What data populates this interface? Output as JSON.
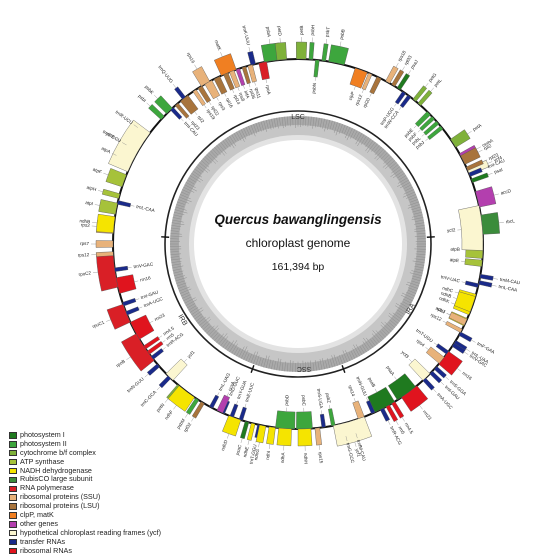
{
  "genome": {
    "species": "Quercus bawanglingensis",
    "subtitle": "chloroplast genome",
    "size": "161,394 bp"
  },
  "regions": {
    "lsc": "LSC",
    "ira": "IRA",
    "ssc": "SSC",
    "irb": "IRB"
  },
  "legend": [
    {
      "label": "photosystem I",
      "color": "#1f7a1f"
    },
    {
      "label": "photosystem II",
      "color": "#3da63d"
    },
    {
      "label": "cytochrome b/f complex",
      "color": "#7fb13a"
    },
    {
      "label": "ATP synthase",
      "color": "#a6c23a"
    },
    {
      "label": "NADH dehydrogenase",
      "color": "#f5e400"
    },
    {
      "label": "RubisCO large subunit",
      "color": "#3b8c3b"
    },
    {
      "label": "RNA polymerase",
      "color": "#d91f26"
    },
    {
      "label": "ribosomal proteins (SSU)",
      "color": "#e8b27a"
    },
    {
      "label": "ribosomal proteins (LSU)",
      "color": "#a8743c"
    },
    {
      "label": "clpP, matK",
      "color": "#f07f22"
    },
    {
      "label": "other genes",
      "color": "#b33fae"
    },
    {
      "label": "hypothetical chloroplast reading frames (ycf)",
      "color": "#fbf6d0"
    },
    {
      "label": "transfer RNAs",
      "color": "#1a2a8a"
    },
    {
      "label": "ribosomal RNAs",
      "color": "#e0141e"
    }
  ],
  "genes": [
    {
      "name": "trnS-GCU",
      "a": 300,
      "w": 1.2,
      "c": "#1a2a8a",
      "out": true
    },
    {
      "name": "psbA",
      "a": 352,
      "w": 5,
      "c": "#3da63d",
      "out": true
    },
    {
      "name": "trnK-UUU",
      "a": 346,
      "w": 1.5,
      "c": "#1a2a8a",
      "out": true
    },
    {
      "name": "matK",
      "a": 338,
      "w": 5,
      "c": "#f07f22",
      "out": true
    },
    {
      "name": "rps16",
      "a": 330,
      "w": 3,
      "c": "#e8b27a",
      "out": true
    },
    {
      "name": "trnQ-UUG",
      "a": 322,
      "w": 1.2,
      "c": "#1a2a8a",
      "out": true
    },
    {
      "name": "psbK",
      "a": 316,
      "w": 2.5,
      "c": "#3da63d",
      "out": true
    },
    {
      "name": "psbI",
      "a": 313,
      "w": 1.5,
      "c": "#3da63d",
      "out": true
    },
    {
      "name": "trnR-UCU",
      "a": 306,
      "w": 1.2,
      "c": "#1a2a8a",
      "out": true
    },
    {
      "name": "atpA",
      "a": 296,
      "w": 5,
      "c": "#a6c23a",
      "out": true
    },
    {
      "name": "atpF",
      "a": 290,
      "w": 4,
      "c": "#a6c23a",
      "out": true
    },
    {
      "name": "atpH",
      "a": 285,
      "w": 1.5,
      "c": "#a6c23a",
      "out": true
    },
    {
      "name": "atpI",
      "a": 281,
      "w": 3.5,
      "c": "#a6c23a",
      "out": true
    },
    {
      "name": "rps2",
      "a": 275,
      "w": 3.5,
      "c": "#e8b27a",
      "out": true
    },
    {
      "name": "rpoC2",
      "a": 262,
      "w": 11,
      "c": "#d91f26",
      "out": true
    },
    {
      "name": "rpoC1",
      "a": 248,
      "w": 6,
      "c": "#d91f26",
      "out": true
    },
    {
      "name": "rpoB",
      "a": 236,
      "w": 10,
      "c": "#d91f26",
      "out": true
    },
    {
      "name": "trnC-GCA",
      "a": 224,
      "w": 1.2,
      "c": "#1a2a8a",
      "out": true
    },
    {
      "name": "petN",
      "a": 220,
      "w": 1.2,
      "c": "#7fb13a",
      "out": true
    },
    {
      "name": "psbM",
      "a": 213,
      "w": 1.2,
      "c": "#3da63d",
      "out": true
    },
    {
      "name": "trnD-GUC",
      "a": 204,
      "w": 1.2,
      "c": "#1a2a8a",
      "out": false
    },
    {
      "name": "trnY-GUA",
      "a": 201,
      "w": 1.2,
      "c": "#1a2a8a",
      "out": false
    },
    {
      "name": "trnE-UUC",
      "a": 198,
      "w": 1.2,
      "c": "#1a2a8a",
      "out": false
    },
    {
      "name": "trnT-GGU",
      "a": 192,
      "w": 1.2,
      "c": "#1a2a8a",
      "out": true
    },
    {
      "name": "psbD",
      "a": 184,
      "w": 6,
      "c": "#3da63d",
      "out": false
    },
    {
      "name": "psbC",
      "a": 178,
      "w": 5,
      "c": "#3da63d",
      "out": false
    },
    {
      "name": "trnS-UGA",
      "a": 172,
      "w": 1.2,
      "c": "#1a2a8a",
      "out": false
    },
    {
      "name": "psbZ",
      "a": 169,
      "w": 1.2,
      "c": "#3da63d",
      "out": false
    },
    {
      "name": "trnG-GCC",
      "a": 166,
      "w": 1.2,
      "c": "#1a2a8a",
      "out": true
    },
    {
      "name": "trnfM-CAU",
      "a": 163,
      "w": 1.2,
      "c": "#1a2a8a",
      "out": true
    },
    {
      "name": "rps14",
      "a": 160,
      "w": 2,
      "c": "#e8b27a",
      "out": false
    },
    {
      "name": "psaB",
      "a": 152,
      "w": 7,
      "c": "#1f7a1f",
      "out": false
    },
    {
      "name": "psaA",
      "a": 144,
      "w": 7,
      "c": "#1f7a1f",
      "out": false
    },
    {
      "name": "ycf3",
      "a": 136,
      "w": 3,
      "c": "#fbf6d0",
      "out": false
    },
    {
      "name": "trnS-GGA",
      "a": 132,
      "w": 1.2,
      "c": "#1a2a8a",
      "out": true
    },
    {
      "name": "rps4",
      "a": 129,
      "w": 2.5,
      "c": "#e8b27a",
      "out": false
    },
    {
      "name": "trnT-UGU",
      "a": 126,
      "w": 1.2,
      "c": "#1a2a8a",
      "out": false
    },
    {
      "name": "trnL-UAA",
      "a": 122,
      "w": 1.2,
      "c": "#1a2a8a",
      "out": true
    },
    {
      "name": "trnF-GAA",
      "a": 119,
      "w": 1.2,
      "c": "#1a2a8a",
      "out": true
    },
    {
      "name": "ndhJ",
      "a": 115,
      "w": 2.5,
      "c": "#f5e400",
      "out": false
    },
    {
      "name": "ndhK",
      "a": 111,
      "w": 3,
      "c": "#f5e400",
      "out": false
    },
    {
      "name": "ndhC",
      "a": 107,
      "w": 2.5,
      "c": "#f5e400",
      "out": false
    },
    {
      "name": "trnV-UAC",
      "a": 103,
      "w": 1.2,
      "c": "#1a2a8a",
      "out": false
    },
    {
      "name": "trnM-CAU",
      "a": 100,
      "w": 1.2,
      "c": "#1a2a8a",
      "out": true
    },
    {
      "name": "atpE",
      "a": 96,
      "w": 2,
      "c": "#a6c23a",
      "out": false
    },
    {
      "name": "atpB",
      "a": 92,
      "w": 5,
      "c": "#a6c23a",
      "out": false
    },
    {
      "name": "rbcL",
      "a": 84,
      "w": 6,
      "c": "#3b8c3b",
      "out": true
    },
    {
      "name": "accD",
      "a": 76,
      "w": 5,
      "c": "#b33fae",
      "out": true
    },
    {
      "name": "psaI",
      "a": 70,
      "w": 1.2,
      "c": "#1f7a1f",
      "out": true
    },
    {
      "name": "ycf4",
      "a": 67,
      "w": 2,
      "c": "#fbf6d0",
      "out": true
    },
    {
      "name": "cemA",
      "a": 62,
      "w": 2.5,
      "c": "#b33fae",
      "out": true
    },
    {
      "name": "petA",
      "a": 57,
      "w": 3,
      "c": "#7fb13a",
      "out": true
    },
    {
      "name": "psbJ",
      "a": 51,
      "w": 1.2,
      "c": "#3da63d",
      "out": false
    },
    {
      "name": "psbL",
      "a": 49,
      "w": 1.2,
      "c": "#3da63d",
      "out": false
    },
    {
      "name": "psbF",
      "a": 47,
      "w": 1.2,
      "c": "#3da63d",
      "out": false
    },
    {
      "name": "psbE",
      "a": 45,
      "w": 1.5,
      "c": "#3da63d",
      "out": false
    },
    {
      "name": "petL",
      "a": 41,
      "w": 1.2,
      "c": "#7fb13a",
      "out": true
    },
    {
      "name": "petG",
      "a": 39,
      "w": 1.2,
      "c": "#7fb13a",
      "out": true
    },
    {
      "name": "trnW-CCA",
      "a": 37,
      "w": 1.2,
      "c": "#1a2a8a",
      "out": false
    },
    {
      "name": "trnP-UGG",
      "a": 35,
      "w": 1.2,
      "c": "#1a2a8a",
      "out": false
    },
    {
      "name": "psaJ",
      "a": 33,
      "w": 1.2,
      "c": "#1f7a1f",
      "out": true
    },
    {
      "name": "rpl33",
      "a": 31,
      "w": 1.2,
      "c": "#a8743c",
      "out": true
    },
    {
      "name": "rps18",
      "a": 29,
      "w": 1.5,
      "c": "#e8b27a",
      "out": true
    },
    {
      "name": "rpl20",
      "a": 26,
      "w": 1.5,
      "c": "#a8743c",
      "out": false
    },
    {
      "name": "rps12",
      "a": 23,
      "w": 1.2,
      "c": "#e8b27a",
      "out": false
    },
    {
      "name": "clpP",
      "a": 20,
      "w": 4,
      "c": "#f07f22",
      "out": false
    },
    {
      "name": "psbB",
      "a": 12,
      "w": 5,
      "c": "#3da63d",
      "out": true
    },
    {
      "name": "psbT",
      "a": 8,
      "w": 1.2,
      "c": "#3da63d",
      "out": true
    },
    {
      "name": "psbN",
      "a": 6,
      "w": 1.2,
      "c": "#3da63d",
      "out": false
    },
    {
      "name": "psbH",
      "a": 4,
      "w": 1.2,
      "c": "#3da63d",
      "out": true
    },
    {
      "name": "petB",
      "a": 1,
      "w": 3,
      "c": "#7fb13a",
      "out": true
    },
    {
      "name": "petD",
      "a": 355,
      "w": 3,
      "c": "#7fb13a",
      "out": true
    },
    {
      "name": "rpoA",
      "a": 349,
      "w": 2.5,
      "c": "#d91f26",
      "out": false
    },
    {
      "name": "rps11",
      "a": 345,
      "w": 1.5,
      "c": "#e8b27a",
      "out": false
    },
    {
      "name": "rpl36",
      "a": 343,
      "w": 1.2,
      "c": "#a8743c",
      "out": false
    },
    {
      "name": "infA",
      "a": 341,
      "w": 1.2,
      "c": "#b33fae",
      "out": false
    },
    {
      "name": "rps8",
      "a": 339,
      "w": 1.5,
      "c": "#e8b27a",
      "out": false
    },
    {
      "name": "rpl14",
      "a": 337,
      "w": 1.5,
      "c": "#a8743c",
      "out": false
    },
    {
      "name": "rpl16",
      "a": 334,
      "w": 2,
      "c": "#a8743c",
      "out": false
    },
    {
      "name": "rps3",
      "a": 331,
      "w": 2.5,
      "c": "#e8b27a",
      "out": false
    },
    {
      "name": "rpl22",
      "a": 328,
      "w": 1.5,
      "c": "#a8743c",
      "out": false
    },
    {
      "name": "rps19",
      "a": 326,
      "w": 1.2,
      "c": "#e8b27a",
      "out": false
    },
    {
      "name": "rpl2",
      "a": 322,
      "w": 3,
      "c": "#a8743c",
      "out": false
    },
    {
      "name": "rpl23",
      "a": 319,
      "w": 1.2,
      "c": "#a8743c",
      "out": false
    },
    {
      "name": "trnI-CAU",
      "a": 317,
      "w": 1.2,
      "c": "#1a2a8a",
      "out": false
    },
    {
      "name": "ycf2",
      "a": 300,
      "w": 14,
      "c": "#fbf6d0",
      "out": true
    },
    {
      "name": "trnL-CAA",
      "a": 283,
      "w": 1.2,
      "c": "#1a2a8a",
      "out": false
    },
    {
      "name": "ndhB",
      "a": 276,
      "w": 5,
      "c": "#f5e400",
      "out": true
    },
    {
      "name": "rps7",
      "a": 270,
      "w": 2,
      "c": "#e8b27a",
      "out": true
    },
    {
      "name": "rps12",
      "a": 267,
      "w": 1.2,
      "c": "#e8b27a",
      "out": true
    },
    {
      "name": "trnV-GAC",
      "a": 262,
      "w": 1.2,
      "c": "#1a2a8a",
      "out": false
    },
    {
      "name": "rrn16",
      "a": 257,
      "w": 5,
      "c": "#e0141e",
      "out": false
    },
    {
      "name": "trnI-GAU",
      "a": 251,
      "w": 1.2,
      "c": "#1a2a8a",
      "out": false
    },
    {
      "name": "trnA-UGC",
      "a": 248,
      "w": 1.2,
      "c": "#1a2a8a",
      "out": false
    },
    {
      "name": "rrn23",
      "a": 242,
      "w": 6,
      "c": "#e0141e",
      "out": false
    },
    {
      "name": "rrn4.5",
      "a": 236,
      "w": 1.2,
      "c": "#e0141e",
      "out": false
    },
    {
      "name": "rrn5",
      "a": 234,
      "w": 1.2,
      "c": "#e0141e",
      "out": false
    },
    {
      "name": "trnR-ACG",
      "a": 232,
      "w": 1.2,
      "c": "#1a2a8a",
      "out": false
    },
    {
      "name": "trnN-GUU",
      "a": 229,
      "w": 1.2,
      "c": "#1a2a8a",
      "out": true
    },
    {
      "name": "ycf1",
      "a": 224,
      "w": 3,
      "c": "#fbf6d0",
      "out": false
    },
    {
      "name": "ndhF",
      "a": 217,
      "w": 6,
      "c": "#f5e400",
      "out": true
    },
    {
      "name": "rpl32",
      "a": 211,
      "w": 1.2,
      "c": "#a8743c",
      "out": true
    },
    {
      "name": "trnL-UAG",
      "a": 208,
      "w": 1.2,
      "c": "#1a2a8a",
      "out": false
    },
    {
      "name": "ccsA",
      "a": 205,
      "w": 2,
      "c": "#b33fae",
      "out": false
    },
    {
      "name": "ndhD",
      "a": 200,
      "w": 4,
      "c": "#f5e400",
      "out": true
    },
    {
      "name": "psaC",
      "a": 196,
      "w": 1.2,
      "c": "#1f7a1f",
      "out": true
    },
    {
      "name": "ndhE",
      "a": 194,
      "w": 1.2,
      "c": "#f5e400",
      "out": true
    },
    {
      "name": "ndhG",
      "a": 191,
      "w": 2,
      "c": "#f5e400",
      "out": true
    },
    {
      "name": "ndhI",
      "a": 188,
      "w": 2,
      "c": "#f5e400",
      "out": true
    },
    {
      "name": "ndhA",
      "a": 184,
      "w": 4,
      "c": "#f5e400",
      "out": true
    },
    {
      "name": "ndhH",
      "a": 178,
      "w": 4,
      "c": "#f5e400",
      "out": true
    },
    {
      "name": "rps15",
      "a": 174,
      "w": 1.5,
      "c": "#e8b27a",
      "out": true
    },
    {
      "name": "ycf1",
      "a": 164,
      "w": 10,
      "c": "#fbf6d0",
      "out": true
    },
    {
      "name": "trnN-GUU",
      "a": 156,
      "w": 1.2,
      "c": "#1a2a8a",
      "out": false
    },
    {
      "name": "trnR-ACG",
      "a": 153,
      "w": 1.2,
      "c": "#1a2a8a",
      "out": true
    },
    {
      "name": "rrn5",
      "a": 151,
      "w": 1.2,
      "c": "#e0141e",
      "out": true
    },
    {
      "name": "rrn4.5",
      "a": 149,
      "w": 1.2,
      "c": "#e0141e",
      "out": true
    },
    {
      "name": "rrn23",
      "a": 143,
      "w": 6,
      "c": "#e0141e",
      "out": true
    },
    {
      "name": "trnA-UGC",
      "a": 137,
      "w": 1.2,
      "c": "#1a2a8a",
      "out": true
    },
    {
      "name": "trnI-GAU",
      "a": 134,
      "w": 1.2,
      "c": "#1a2a8a",
      "out": true
    },
    {
      "name": "rrn16",
      "a": 128,
      "w": 5,
      "c": "#e0141e",
      "out": true
    },
    {
      "name": "trnV-GAC",
      "a": 123,
      "w": 1.2,
      "c": "#1a2a8a",
      "out": true
    },
    {
      "name": "rps12",
      "a": 118,
      "w": 1.2,
      "c": "#e8b27a",
      "out": false
    },
    {
      "name": "rps7",
      "a": 115,
      "w": 2,
      "c": "#e8b27a",
      "out": false
    },
    {
      "name": "ndhB",
      "a": 109,
      "w": 5,
      "c": "#f5e400",
      "out": false
    },
    {
      "name": "trnL-CAA",
      "a": 102,
      "w": 1.2,
      "c": "#1a2a8a",
      "out": true
    },
    {
      "name": "ycf2",
      "a": 85,
      "w": 14,
      "c": "#fbf6d0",
      "out": false
    },
    {
      "name": "trnI-CAU",
      "a": 68,
      "w": 1.2,
      "c": "#1a2a8a",
      "out": true
    },
    {
      "name": "rpl23",
      "a": 66,
      "w": 1.2,
      "c": "#a8743c",
      "out": true
    },
    {
      "name": "rpl2",
      "a": 63,
      "w": 3,
      "c": "#a8743c",
      "out": true
    }
  ]
}
